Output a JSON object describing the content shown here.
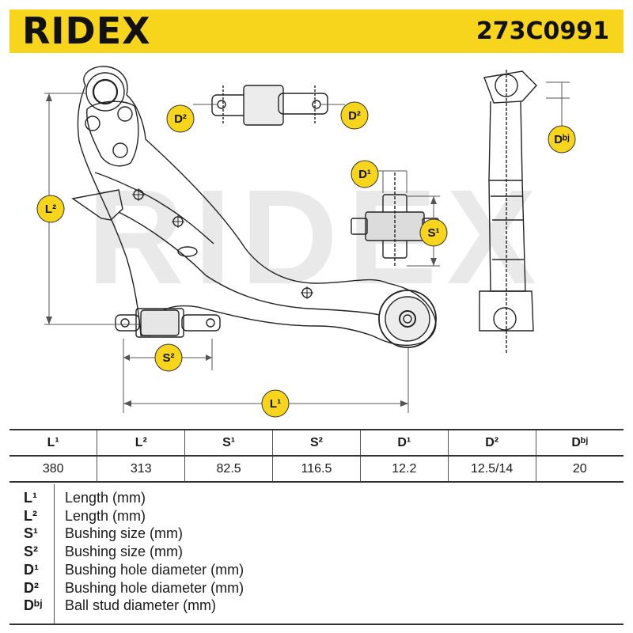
{
  "header": {
    "brand": "RIDEX",
    "part_number": "273C0991",
    "background_color": "#f7d51d"
  },
  "diagram": {
    "watermark": "RIDEX",
    "labels": {
      "L1": "L¹",
      "L2": "L²",
      "S1": "S¹",
      "S2": "S²",
      "D1": "D¹",
      "D2": "D²",
      "Dbj": "Dᵇʲ"
    },
    "badge_color": "#f7d51d"
  },
  "specs": {
    "headers": [
      "L¹",
      "L²",
      "S¹",
      "S²",
      "D¹",
      "D²",
      "Dᵇʲ"
    ],
    "values": [
      "380",
      "313",
      "82.5",
      "116.5",
      "12.2",
      "12.5/14",
      "20"
    ]
  },
  "legend": [
    {
      "code": "L¹",
      "description": "Length (mm)"
    },
    {
      "code": "L²",
      "description": "Length (mm)"
    },
    {
      "code": "S¹",
      "description": "Bushing size (mm)"
    },
    {
      "code": "S²",
      "description": "Bushing size (mm)"
    },
    {
      "code": "D¹",
      "description": "Bushing hole diameter (mm)"
    },
    {
      "code": "D²",
      "description": "Bushing hole diameter (mm)"
    },
    {
      "code": "Dᵇʲ",
      "description": "Ball stud diameter (mm)"
    }
  ]
}
